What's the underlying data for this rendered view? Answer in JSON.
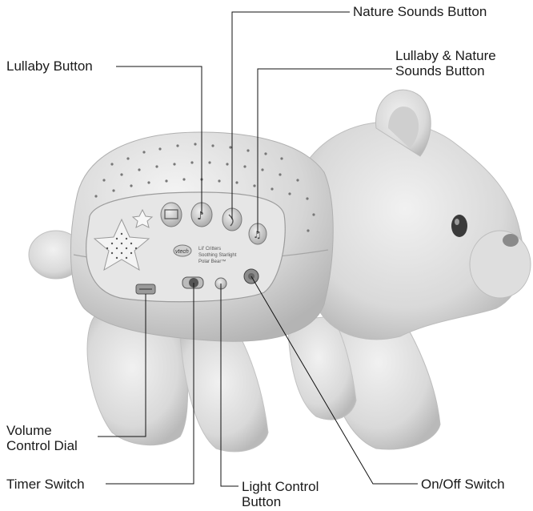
{
  "labels": {
    "nature_sounds": "Nature Sounds Button",
    "lullaby": "Lullaby Button",
    "lullaby_nature": {
      "line1": "Lullaby & Nature",
      "line2": "Sounds Button"
    },
    "volume": {
      "line1": "Volume",
      "line2": "Control Dial"
    },
    "timer": "Timer Switch",
    "light_control": {
      "line1": "Light Control",
      "line2": "Button"
    },
    "onoff": "On/Off Switch"
  },
  "panel": {
    "brand": "vtech",
    "product_line1": "Lil' Critters",
    "product_line2": "Soothing Starlight",
    "product_line3": "Polar Bear™"
  },
  "colors": {
    "plush": "#dcdcdc",
    "line": "#111111",
    "text": "#1a1a1a"
  }
}
